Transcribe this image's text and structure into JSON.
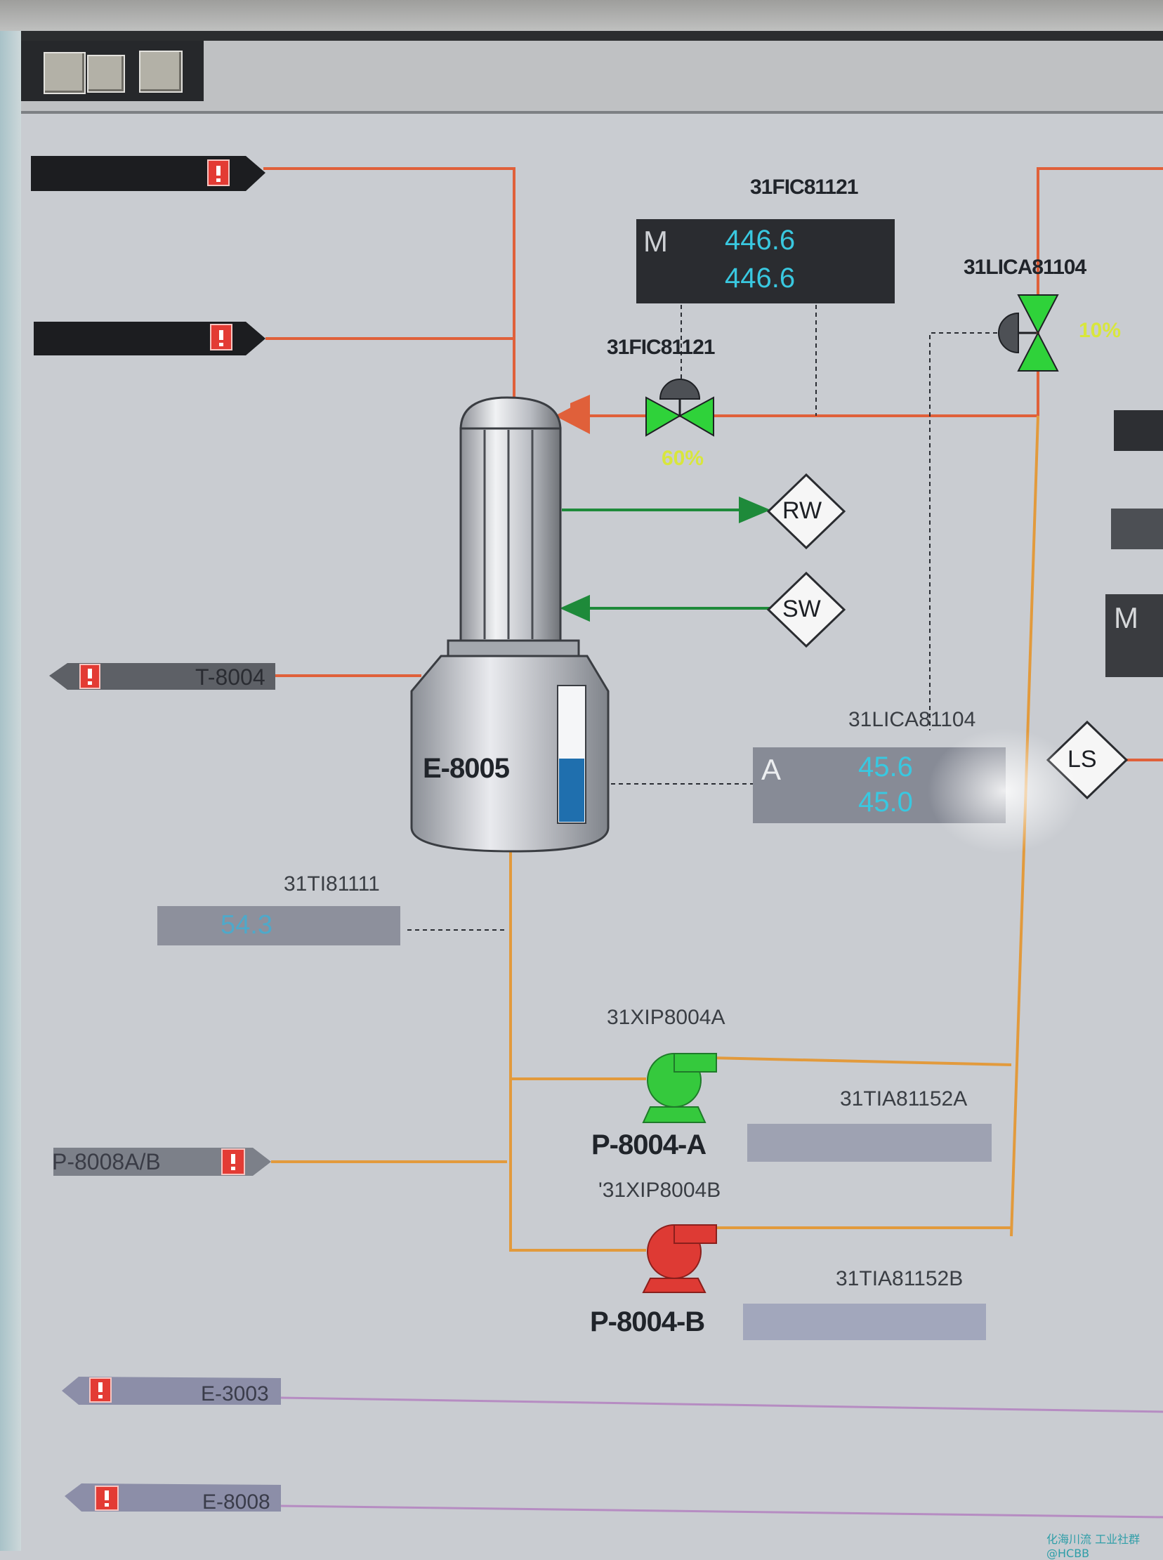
{
  "controls": {
    "fic_tag_top": "31FIC81121",
    "fic_mode": "M",
    "fic_pv": "446.6",
    "fic_sp": "446.6",
    "fic_valve_tag": "31FIC81121",
    "fic_valve_pct": "60%",
    "lica_valve_tag": "31LICA81104",
    "lica_valve_pct": "10%",
    "lica_tag": "31LICA81104",
    "lica_mode": "A",
    "lica_pv": "45.6",
    "lica_sp": "45.0",
    "ti_tag": "31TI81111",
    "ti_value": "54.3",
    "right_panel_mode": "M"
  },
  "equipment": {
    "exchanger": "E-8005",
    "pump_a": "P-8004-A",
    "pump_a_tag": "31XIP8004A",
    "pump_b": "P-8004-B",
    "pump_b_tag": "'31XIP8004B",
    "tia_a_tag": "31TIA81152A",
    "tia_b_tag": "31TIA81152B"
  },
  "signals": {
    "rw": "RW",
    "sw": "SW",
    "ls": "LS"
  },
  "connectors": {
    "t8004": "T-8004",
    "p8008": "P-8008A/B",
    "e3003": "E-3003",
    "e8008": "E-8008"
  },
  "watermark": "化海川流 工业社群@HCBB",
  "colors": {
    "background": "#c9ccd1",
    "process_line": "#e0603a",
    "orange_line": "#e29a3c",
    "cooling_line": "#1e8a3a",
    "value_cyan": "#39c8e0",
    "valve_green": "#2fd23a",
    "pump_a": "#35c93d",
    "pump_b": "#de3a34"
  }
}
